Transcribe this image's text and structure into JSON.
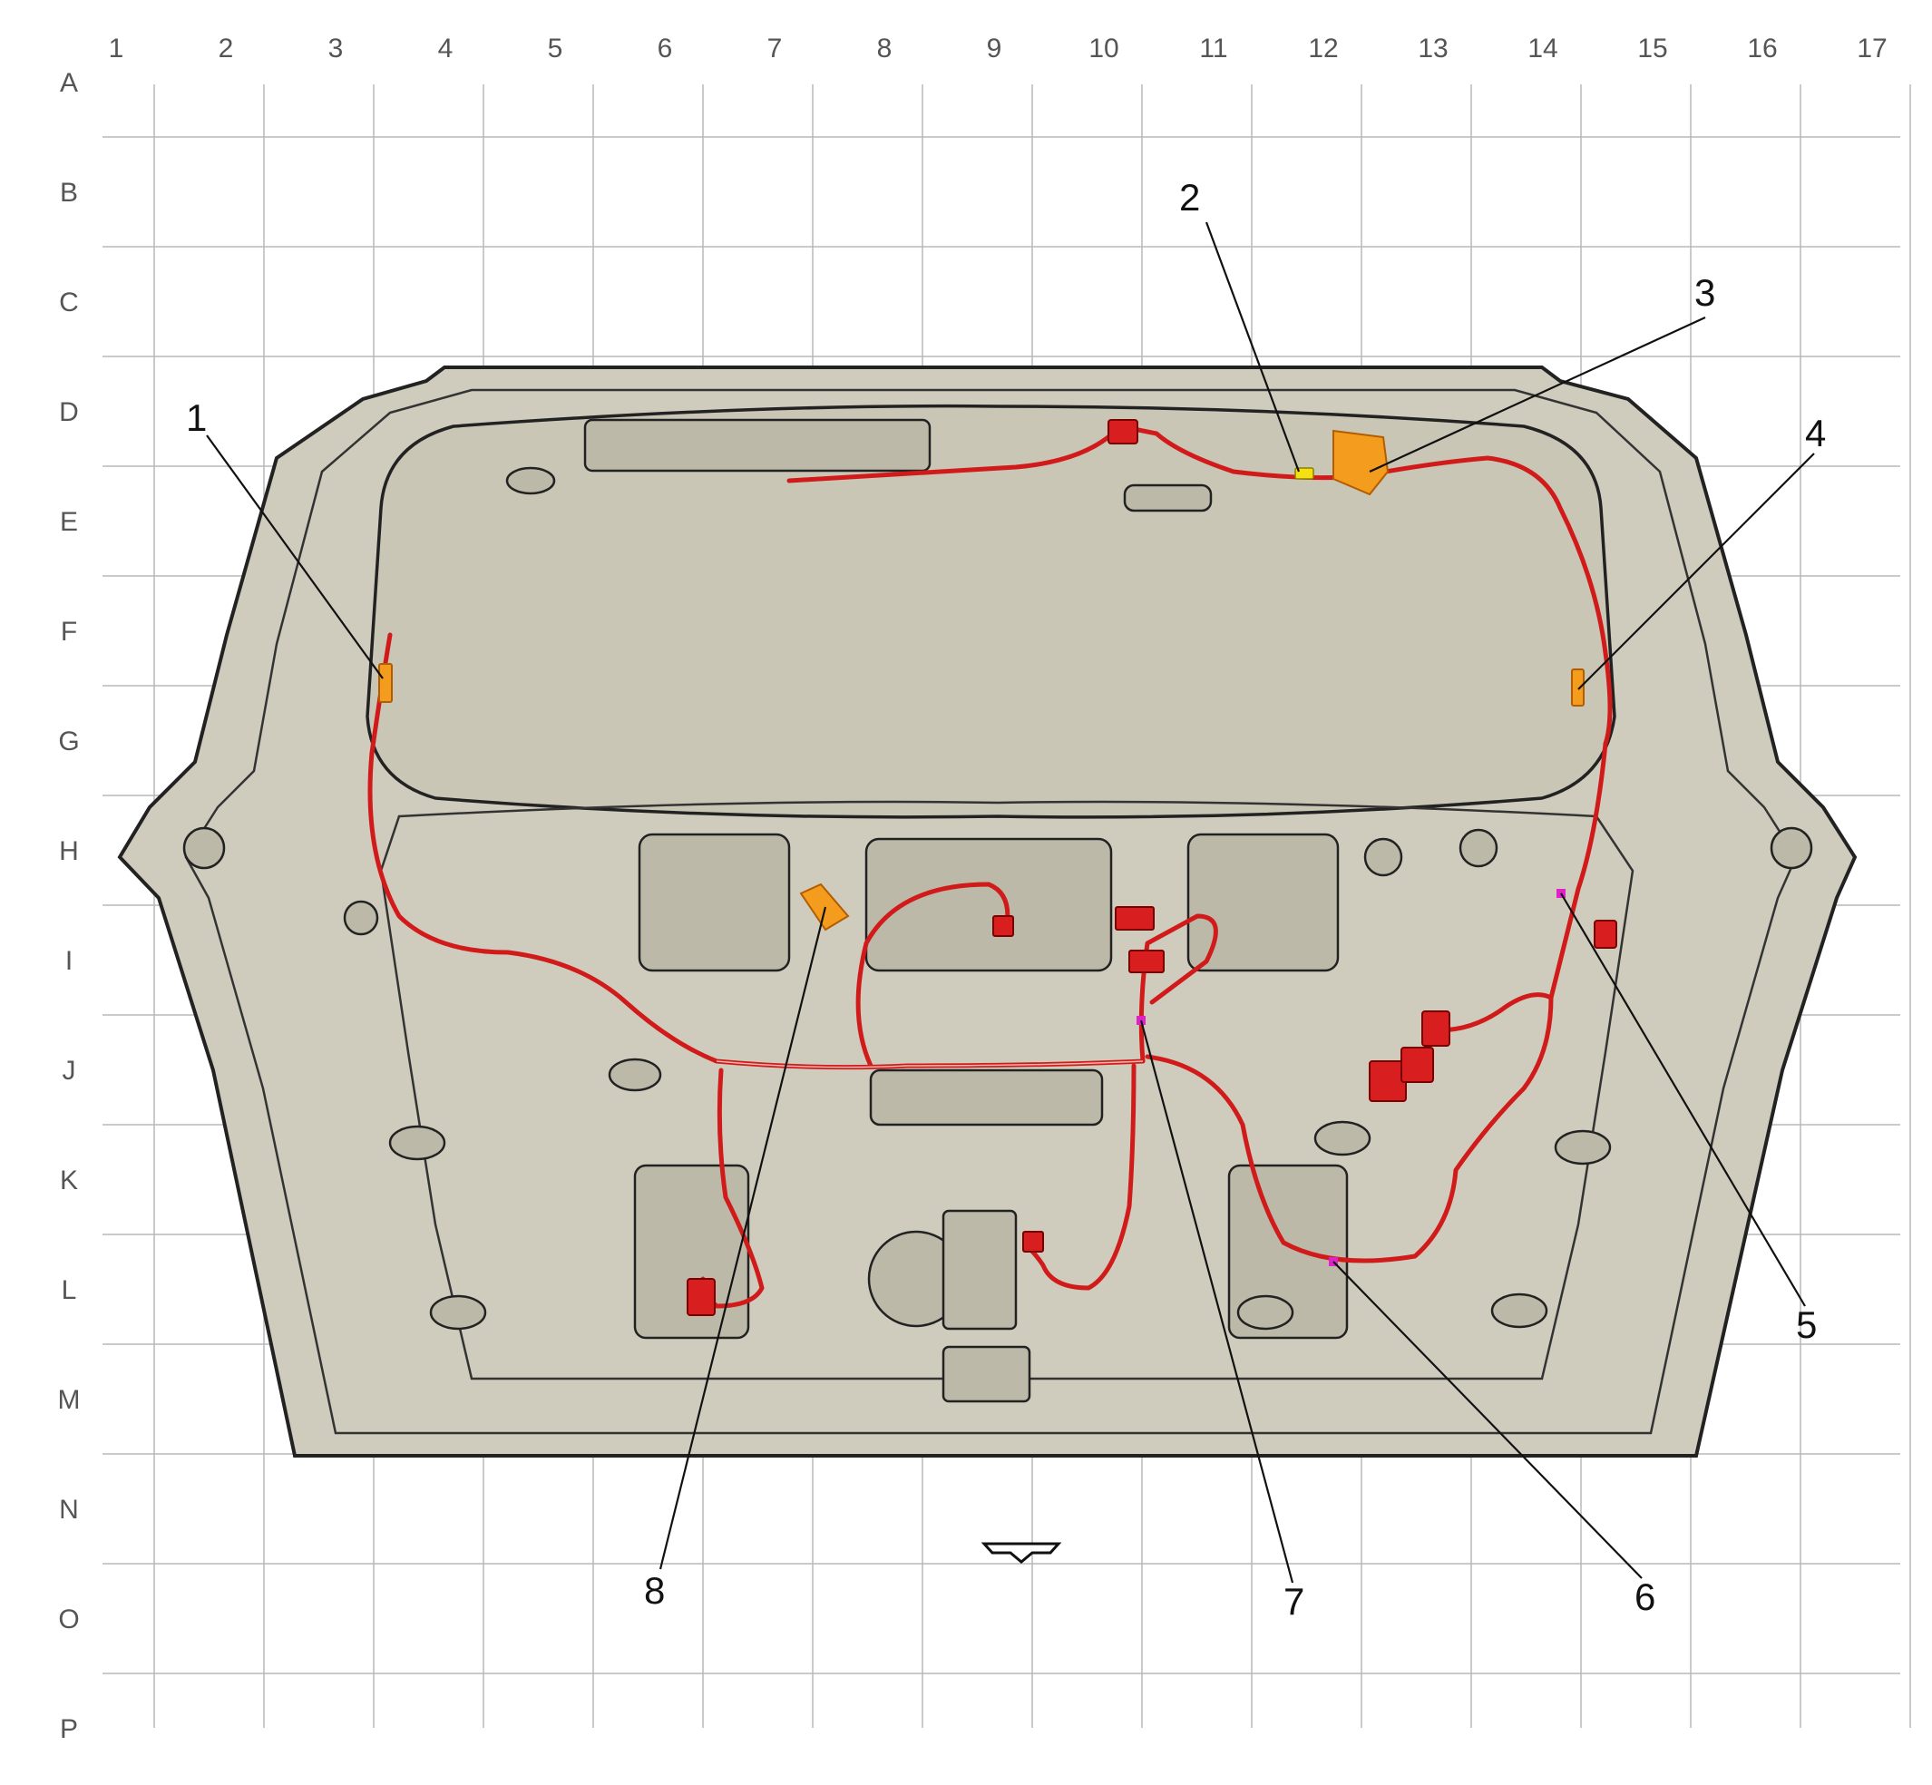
{
  "grid": {
    "columns": [
      "1",
      "2",
      "3",
      "4",
      "5",
      "6",
      "7",
      "8",
      "9",
      "10",
      "11",
      "12",
      "13",
      "14",
      "15",
      "16",
      "17"
    ],
    "rows": [
      "A",
      "B",
      "C",
      "D",
      "E",
      "F",
      "G",
      "H",
      "I",
      "J",
      "K",
      "L",
      "M",
      "N",
      "O",
      "P"
    ]
  },
  "callouts": [
    {
      "label": "1"
    },
    {
      "label": "2"
    },
    {
      "label": "3"
    },
    {
      "label": "4"
    },
    {
      "label": "5"
    },
    {
      "label": "6"
    },
    {
      "label": "7"
    },
    {
      "label": "8"
    }
  ],
  "colors": {
    "panel": "#cfccbd",
    "harness": "#d11b1b",
    "connector_orange": "#f39c1d",
    "connector_red": "#d81e1e",
    "connector_yellow": "#f5e10f",
    "splice_magenta": "#e020c8"
  },
  "icons": {
    "direction_arrow": "down-arrow-icon"
  }
}
